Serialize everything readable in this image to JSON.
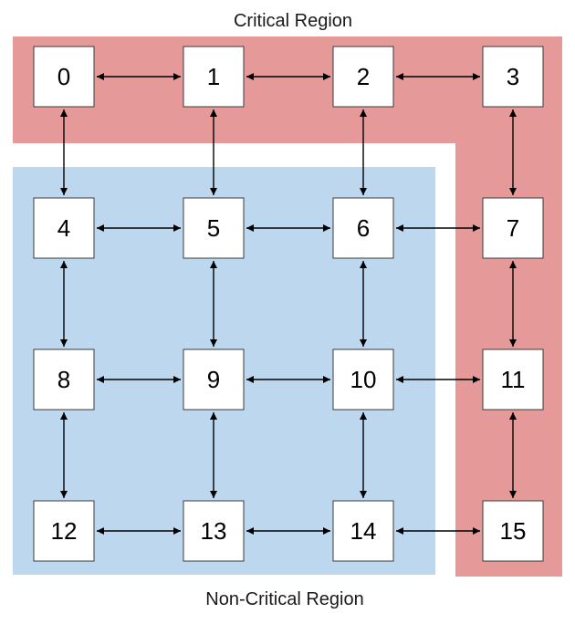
{
  "regions": {
    "critical": {
      "label": "Critical Region",
      "color": "#e59999",
      "nodes": [
        "0",
        "1",
        "2",
        "3",
        "7",
        "11",
        "15"
      ]
    },
    "non_critical": {
      "label": "Non-Critical Region",
      "color": "#bdd7ee",
      "nodes": [
        "4",
        "5",
        "6",
        "8",
        "9",
        "10",
        "12",
        "13",
        "14"
      ]
    }
  },
  "grid": {
    "rows": 4,
    "cols": 4,
    "nodes": [
      "0",
      "1",
      "2",
      "3",
      "4",
      "5",
      "6",
      "7",
      "8",
      "9",
      "10",
      "11",
      "12",
      "13",
      "14",
      "15"
    ]
  },
  "links": [
    [
      "0",
      "1"
    ],
    [
      "1",
      "2"
    ],
    [
      "2",
      "3"
    ],
    [
      "4",
      "5"
    ],
    [
      "5",
      "6"
    ],
    [
      "6",
      "7"
    ],
    [
      "8",
      "9"
    ],
    [
      "9",
      "10"
    ],
    [
      "10",
      "11"
    ],
    [
      "12",
      "13"
    ],
    [
      "13",
      "14"
    ],
    [
      "14",
      "15"
    ],
    [
      "0",
      "4"
    ],
    [
      "4",
      "8"
    ],
    [
      "8",
      "12"
    ],
    [
      "1",
      "5"
    ],
    [
      "5",
      "9"
    ],
    [
      "9",
      "13"
    ],
    [
      "2",
      "6"
    ],
    [
      "6",
      "10"
    ],
    [
      "10",
      "14"
    ],
    [
      "3",
      "7"
    ],
    [
      "7",
      "11"
    ],
    [
      "11",
      "15"
    ]
  ],
  "link_style": "bidirectional-arrow"
}
